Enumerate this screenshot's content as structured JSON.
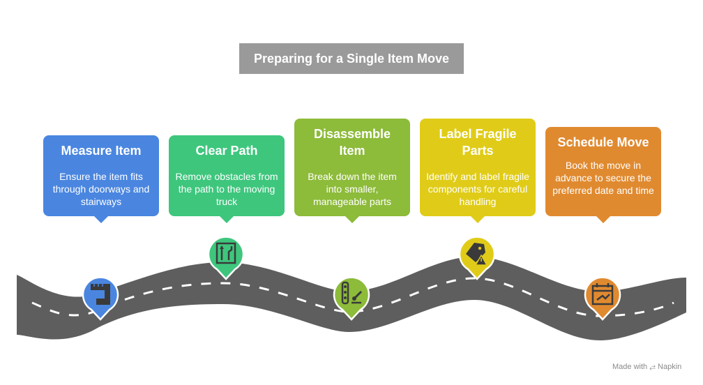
{
  "title": "Preparing for a Single Item Move",
  "steps": [
    {
      "title": "Measure Item",
      "description": "Ensure the item fits through doorways and stairways",
      "color": "#4a86e0",
      "icon": "ruler-icon"
    },
    {
      "title": "Clear Path",
      "description": "Remove obstacles from the path to the moving truck",
      "color": "#3ec67d",
      "icon": "road-lanes-icon"
    },
    {
      "title": "Disassemble Item",
      "description": "Break down the item into smaller, manageable parts",
      "color": "#8dbb3a",
      "icon": "disassemble-tools-icon"
    },
    {
      "title": "Label Fragile Parts",
      "description": "Identify and label fragile components for careful handling",
      "color": "#e0cc18",
      "icon": "fragile-tag-icon"
    },
    {
      "title": "Schedule Move",
      "description": "Book the move in advance to secure the preferred date and time",
      "color": "#e08a30",
      "icon": "calendar-icon"
    }
  ],
  "road_color": "#5e5e5e",
  "footer": "Made with ⥄ Napkin"
}
